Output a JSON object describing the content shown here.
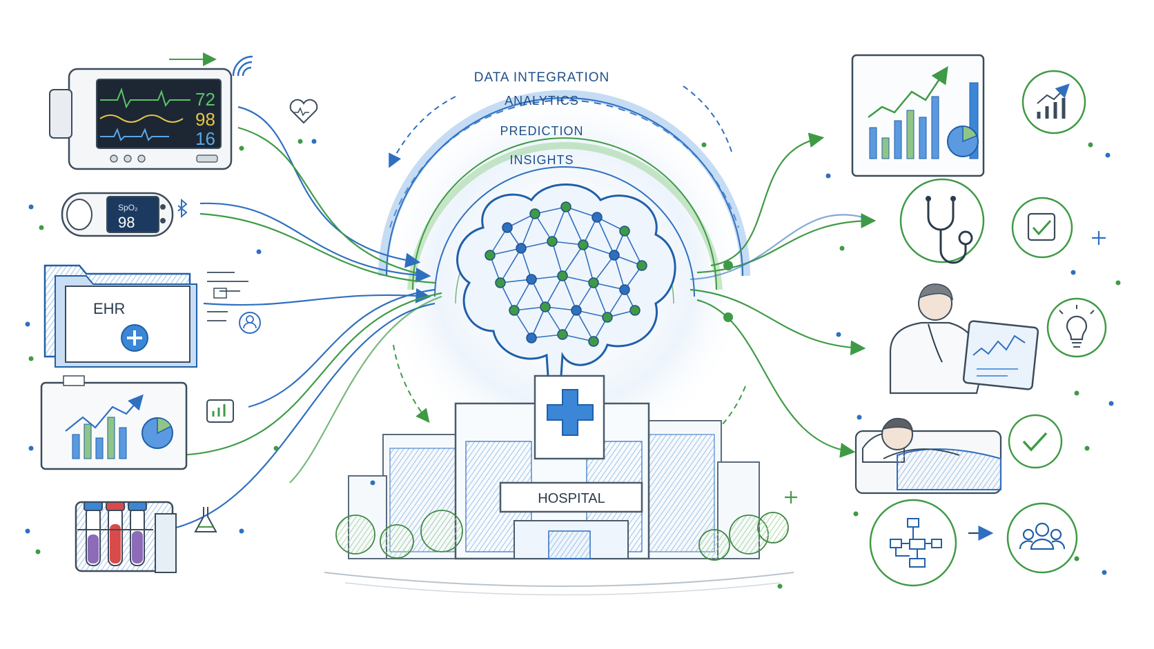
{
  "vitals_monitor": {
    "readings": [
      "72",
      "98",
      "16"
    ]
  },
  "pulse_oximeter": {
    "label": "SpO₂",
    "value": "98"
  },
  "ehr_folder": {
    "label": "EHR"
  },
  "rings": [
    "DATA INTEGRATION",
    "ANALYTICS",
    "PREDICTION",
    "INSIGHTS"
  ],
  "hospital": {
    "sign": "HOSPITAL"
  },
  "colors": {
    "blue": "#2f6fc0",
    "green": "#3f9a45",
    "ink": "#3b4b5a",
    "light_blue": "#bcd6f2",
    "light_green": "#cfe8c8"
  },
  "icons": {
    "inputs": [
      "vital-signs-monitor-icon",
      "pulse-oximeter-icon",
      "ehr-folder-icon",
      "analytics-report-icon",
      "lab-test-tubes-icon"
    ],
    "side_inputs": [
      "wifi-signal-icon",
      "heart-pulse-icon",
      "bluetooth-icon",
      "patient-record-icon",
      "bar-chart-icon",
      "lab-flask-icon"
    ],
    "outputs": [
      "dashboard-chart-icon",
      "stethoscope-icon",
      "doctor-tablet-icon",
      "patient-bed-icon",
      "workflow-diagram-icon"
    ],
    "output_badges": [
      "growth-chart-icon",
      "checkbox-icon",
      "lightbulb-icon",
      "checkmark-icon",
      "team-icon"
    ]
  }
}
